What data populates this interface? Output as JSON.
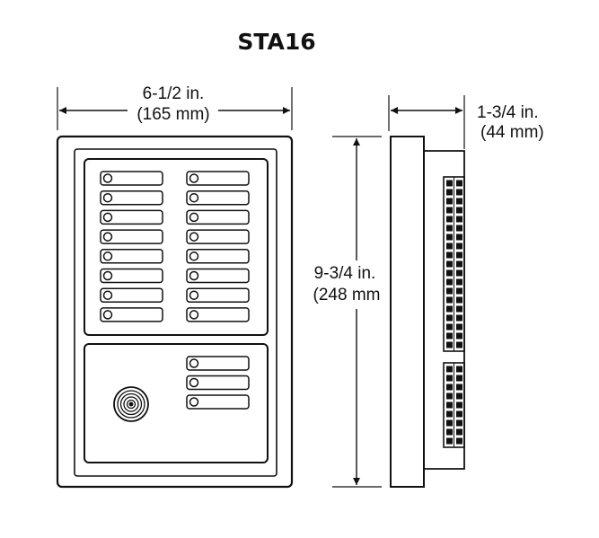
{
  "title": "STA16",
  "dimensions": {
    "width": {
      "imperial": "6-1/2 in.",
      "metric": "(165 mm)"
    },
    "height": {
      "imperial": "9-3/4 in.",
      "metric": "(248 mm"
    },
    "depth": {
      "imperial": "1-3/4 in.",
      "metric": "(44 mm)"
    }
  },
  "colors": {
    "line": "#111111",
    "background": "#ffffff"
  },
  "front_panel": {
    "upper_label_columns": 2,
    "upper_label_rows": 8,
    "lower_label_rows": 3,
    "speaker_icon": "speaker-grille-icon"
  }
}
